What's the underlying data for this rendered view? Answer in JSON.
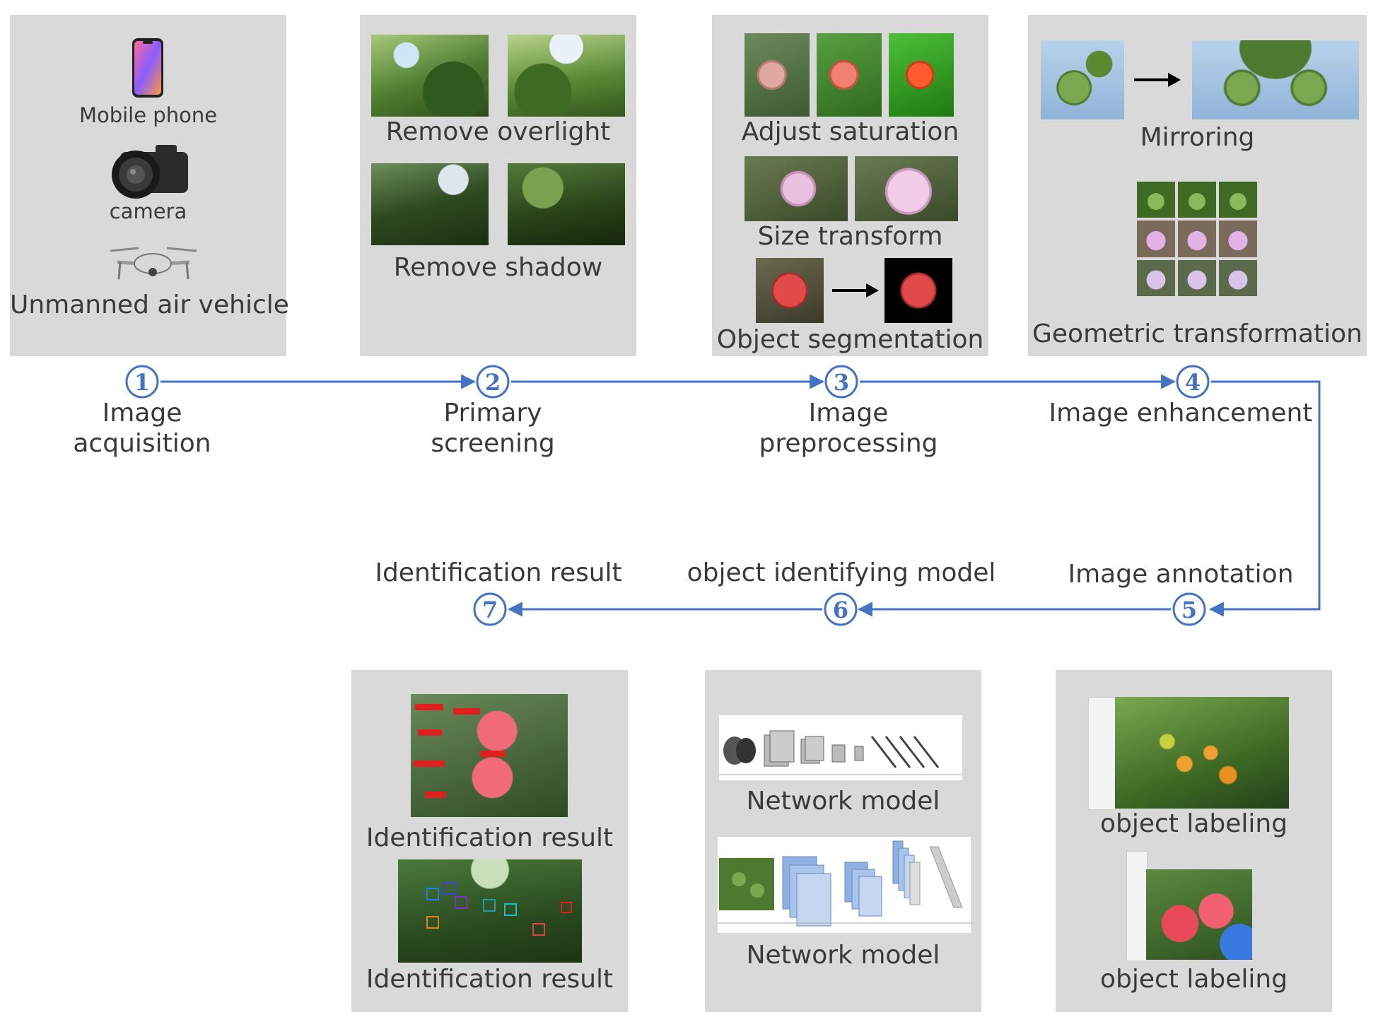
{
  "colors": {
    "panel": "#d9d9d9",
    "connector": "#4472c4",
    "label_text": "#3a3a3a",
    "foliage": "#4c7a2e",
    "apple_red": "#d93a3a",
    "sky": "#b8d2ea"
  },
  "steps": [
    {
      "number": "1",
      "label_line1": "Image",
      "label_line2": "acquisition"
    },
    {
      "number": "2",
      "label_line1": "Primary",
      "label_line2": "screening"
    },
    {
      "number": "3",
      "label_line1": "Image",
      "label_line2": "preprocessing"
    },
    {
      "number": "4",
      "label_line1": "Image enhancement",
      "label_line2": ""
    },
    {
      "number": "5",
      "label_line1": "Image annotation",
      "label_line2": ""
    },
    {
      "number": "6",
      "label_line1": "object identifying model",
      "label_line2": ""
    },
    {
      "number": "7",
      "label_line1": "Identification result",
      "label_line2": ""
    }
  ],
  "panels": {
    "acquisition": {
      "phone_label": "Mobile phone",
      "phone_icon": "mobile-phone-icon",
      "camera_label": "camera",
      "camera_icon": "camera-icon",
      "drone_label": "Unmanned air vehicle",
      "drone_icon": "drone-icon"
    },
    "screening": {
      "overlight_label": "Remove overlight",
      "shadow_label": "Remove shadow"
    },
    "preprocessing": {
      "saturation_label": "Adjust saturation",
      "size_label": "Size transform",
      "segmentation_label": "Object segmentation"
    },
    "enhancement": {
      "mirroring_label": "Mirroring",
      "geometric_label": "Geometric transformation"
    },
    "annotation": {
      "labeling_label_1": "object labeling",
      "labeling_label_2": "object labeling"
    },
    "model": {
      "network_label_1": "Network model",
      "network_label_2": "Network model"
    },
    "result": {
      "result_label_1": "Identification result",
      "result_label_2": "Identification result"
    }
  }
}
